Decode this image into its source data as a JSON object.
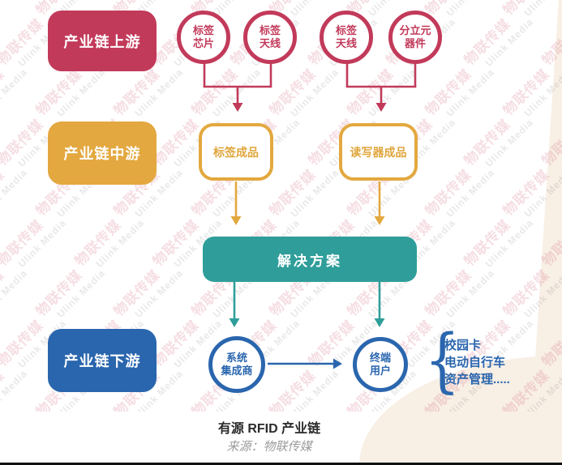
{
  "colors": {
    "red": "#c23a5a",
    "gold": "#e3a83f",
    "teal": "#2f9e9a",
    "blue": "#2a66ae",
    "cream": "#f8efe5",
    "caption_dark": "#2b2b2b",
    "source_gray": "#9b9b9b"
  },
  "watermark": {
    "cn": "物联传媒",
    "en": "Ulink Media"
  },
  "stages": [
    {
      "label": "产业链上游"
    },
    {
      "label": "产业链中游"
    },
    {
      "label": "产业链下游"
    }
  ],
  "upstream": {
    "nodes": [
      "标签\n芯片",
      "标签\n天线",
      "标签\n天线",
      "分立元\n器件"
    ]
  },
  "midstream": {
    "nodes": [
      "标签成品",
      "读写器成品"
    ]
  },
  "solution": {
    "label": "解决方案"
  },
  "downstream": {
    "nodes": [
      "系统\n集成商",
      "终端\n用户"
    ],
    "brace": "{",
    "use_cases": [
      "校园卡",
      "电动自行车",
      "资产管理....."
    ]
  },
  "caption": {
    "title": "有源 RFID 产业链",
    "source": "来源：物联传媒"
  }
}
